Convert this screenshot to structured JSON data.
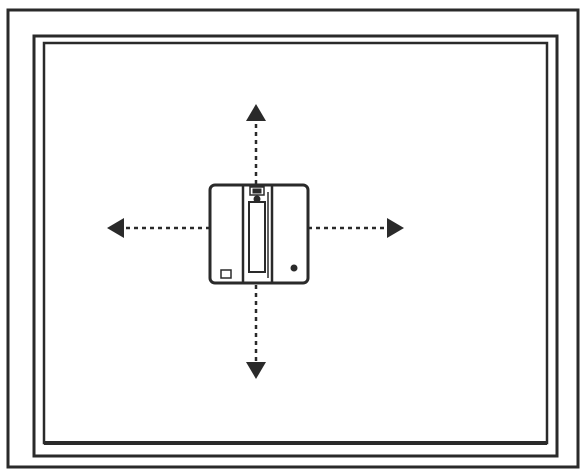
{
  "diagram": {
    "subject": "window-cleaning-robot-movement",
    "elements": {
      "window_frame": "window-frame",
      "window_pane": "glass-pane",
      "robot": "window-cleaning-robot",
      "arrows": [
        "up-arrow",
        "down-arrow",
        "left-arrow",
        "right-arrow"
      ]
    },
    "colors": {
      "line": "#2a2a2a",
      "background": "#ffffff"
    }
  }
}
